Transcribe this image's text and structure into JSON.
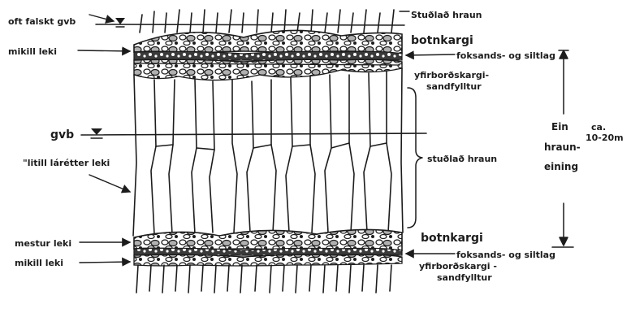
{
  "labels": {
    "oft_falskt_gvb": "oft falskt gvb",
    "mikill_leki_top": "mikill leki",
    "gvb": "gvb",
    "litill_leki": "\"litill lárétter leki",
    "mestur_leki": "mestur leki",
    "mikill_leki_bottom": "mikill leki",
    "studlad_hraun_top": "Stuðlað hraun",
    "botnkargi_top": "botnkargi",
    "foksands_top": "foksands- og siltlag",
    "yfirbord_top": "yfirborðskargi-",
    "sandfyllt_top": "sandfylltur",
    "studlad_hraun_mid": "stuðlað hraun",
    "botnkargi_bottom": "botnkargi",
    "foksands_bottom": "foksands- og siltlag",
    "yfirbord_bottom": "yfirborðskargi -",
    "sandfyllt_bottom": "sandfylltur",
    "ein_hraun_eining_1": "Ein",
    "ein_hraun_eining_2": "hraun-",
    "ein_hraun_eining_3": "eining",
    "thickness_1": "ca.",
    "thickness_2": "10-20m"
  },
  "colors": {
    "ink": "#1c1c1c",
    "paper": "#ffffff"
  }
}
